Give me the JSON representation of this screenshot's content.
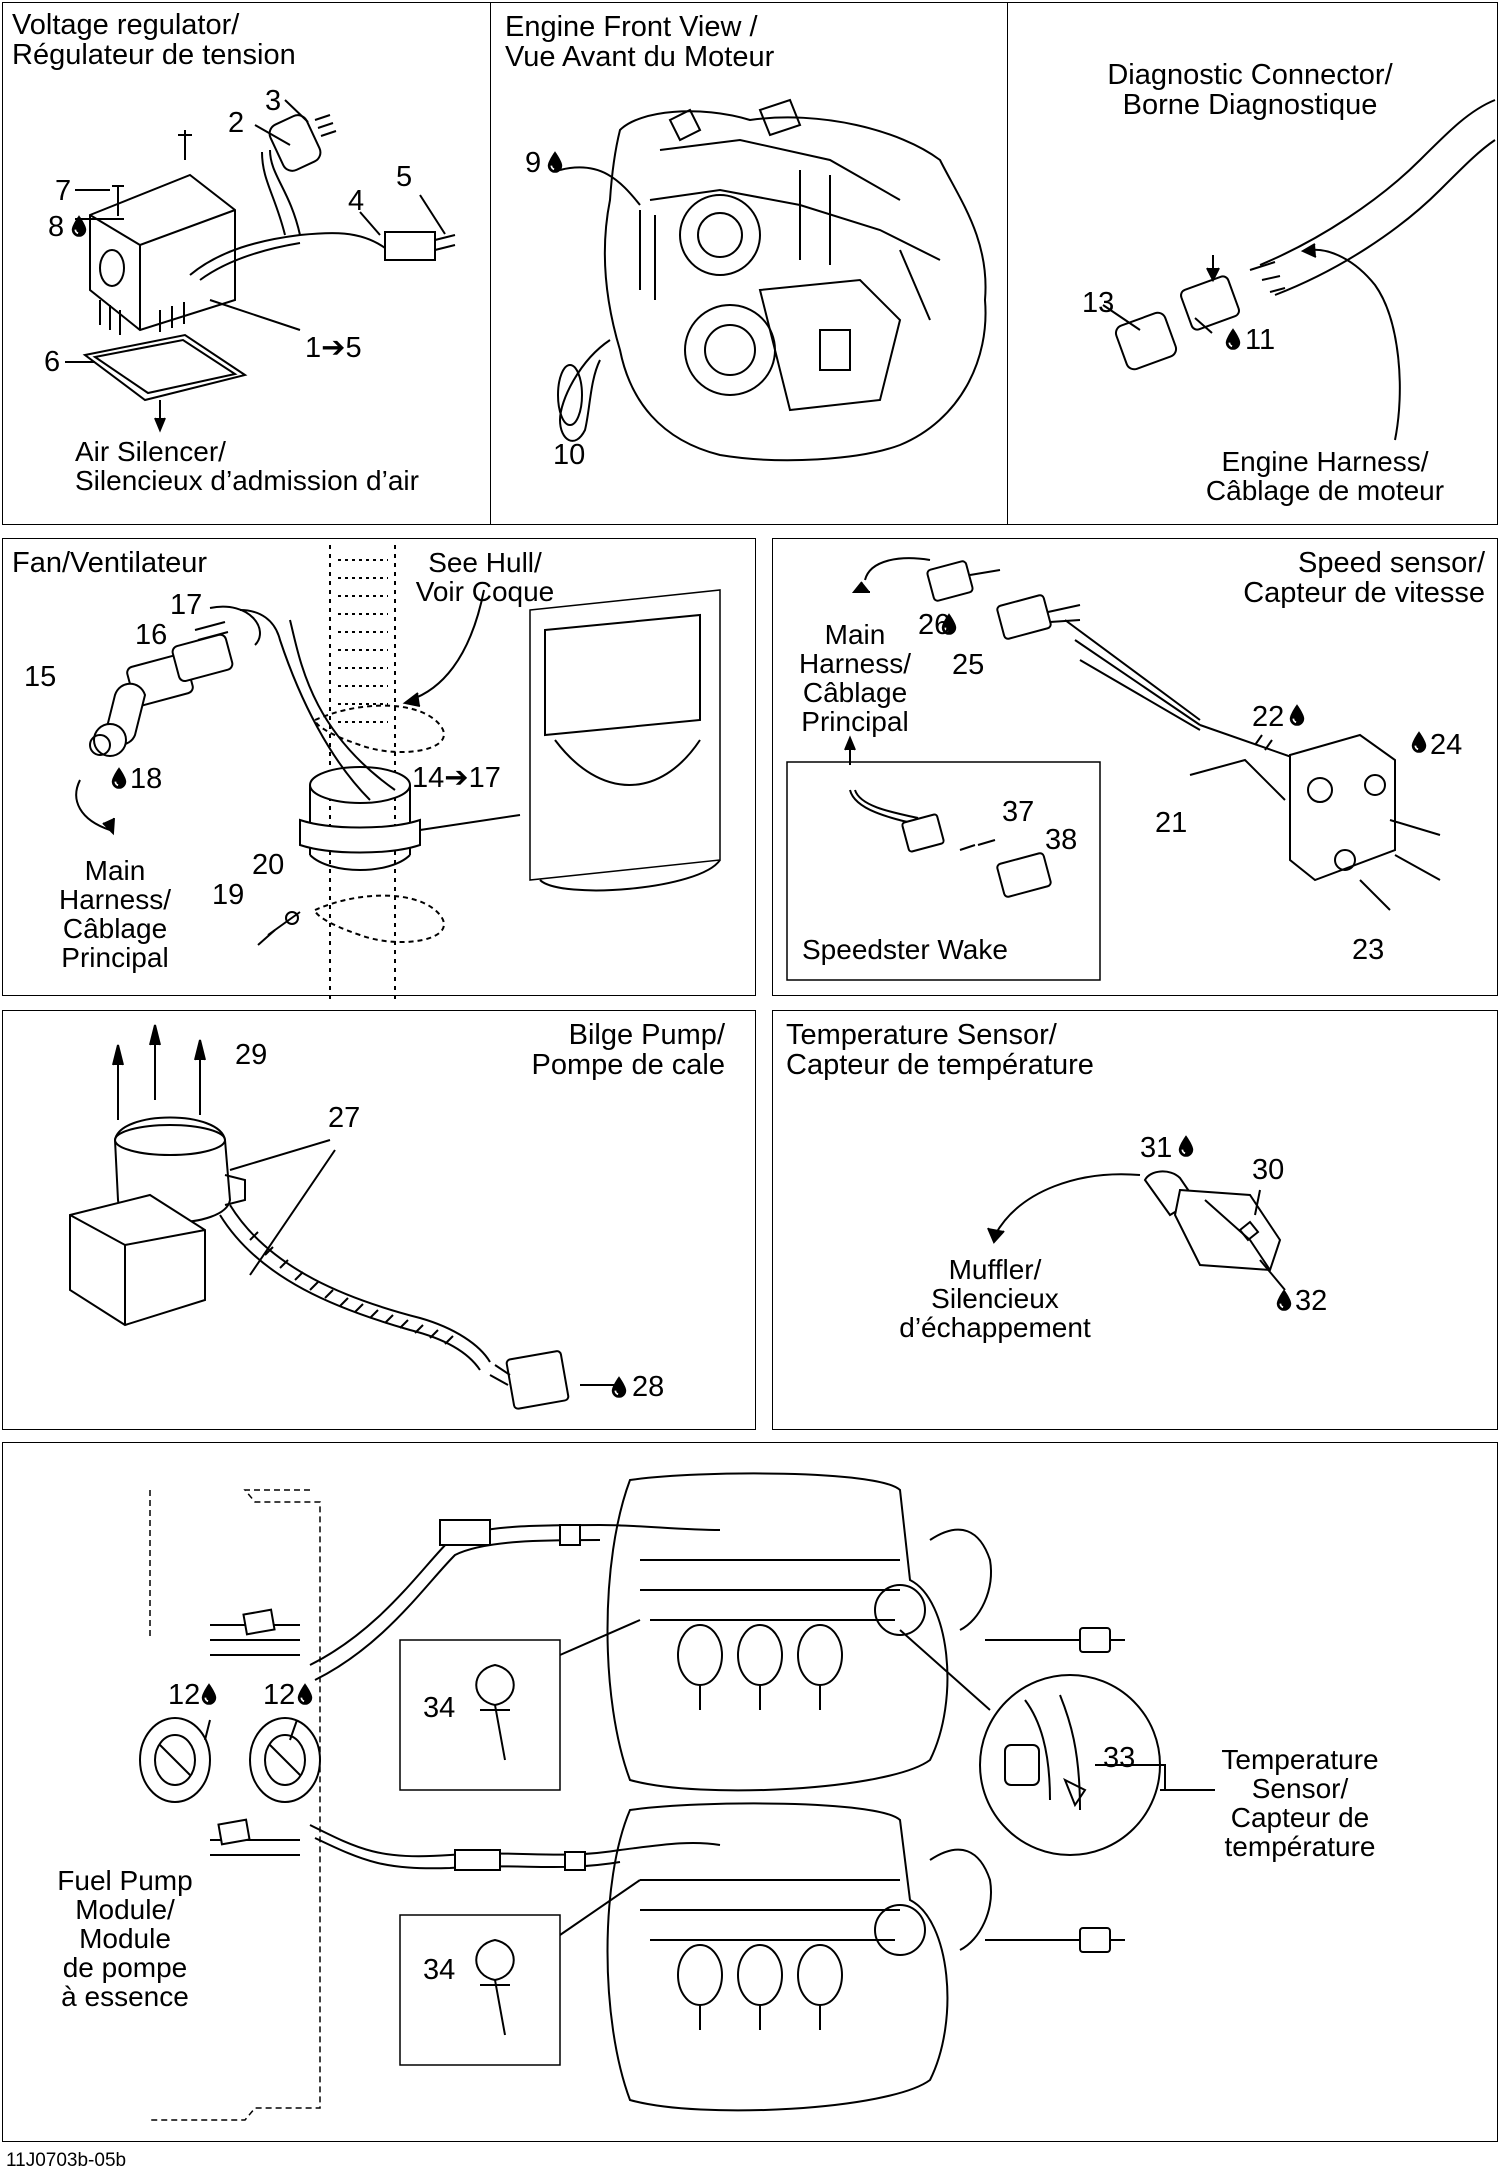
{
  "panels": {
    "voltage": {
      "title": "Voltage regulator/\nRégulateur de tension",
      "air_silencer": "Air Silencer/\nSilencieux d’admission d’air"
    },
    "engine_front": {
      "title": "Engine Front View /\nVue Avant du Moteur"
    },
    "diagnostic": {
      "title": "Diagnostic Connector/\nBorne Diagnostique",
      "engine_harness": "Engine Harness/\nCâblage de moteur"
    },
    "fan": {
      "title": "Fan/Ventilateur",
      "see_hull": "See Hull/\nVoir Coque",
      "main_harness": "Main\nHarness/\nCâblage\nPrincipal"
    },
    "speed": {
      "title": "Speed sensor/\nCapteur de vitesse",
      "main_harness": "Main\nHarness/\nCâblage\nPrincipal",
      "speedster": "Speedster Wake"
    },
    "bilge": {
      "title": "Bilge Pump/\nPompe de cale"
    },
    "temperature": {
      "title": "Temperature Sensor/\nCapteur de température",
      "muffler": "Muffler/\nSilencieux\nd’échappement"
    },
    "bottom": {
      "temp_sensor": "Temperature\nSensor/\nCapteur de\ntempérature",
      "fuel_pump": "Fuel Pump\nModule/\nModule\nde pompe\nà essence"
    }
  },
  "callouts": {
    "c1": "1",
    "c1to5": "➔",
    "c1to5b": "5",
    "c2": "2",
    "c3": "3",
    "c4": "4",
    "c5": "5",
    "c6": "6",
    "c7": "7",
    "c8": "8",
    "c9": "9",
    "c10": "10",
    "c11": "11",
    "c13": "13",
    "c14": "14",
    "c14to17": "➔",
    "c14to17b": "17",
    "c15": "15",
    "c16": "16",
    "c17": "17",
    "c18": "18",
    "c19": "19",
    "c20": "20",
    "c21": "21",
    "c22": "22",
    "c23": "23",
    "c24": "24",
    "c25": "25",
    "c26": "26",
    "c27": "27",
    "c28": "28",
    "c29": "29",
    "c30": "30",
    "c31": "31",
    "c32": "32",
    "c33": "33",
    "c34a": "34",
    "c34b": "34",
    "c37": "37",
    "c38": "38",
    "c12a": "12",
    "c12b": "12"
  },
  "footer": "11J0703b-05b",
  "icons": {
    "drop": "drop-icon",
    "arrow": "arrow-right-icon"
  },
  "colors": {
    "line": "#000000",
    "background": "#ffffff",
    "shade": "#666666"
  }
}
